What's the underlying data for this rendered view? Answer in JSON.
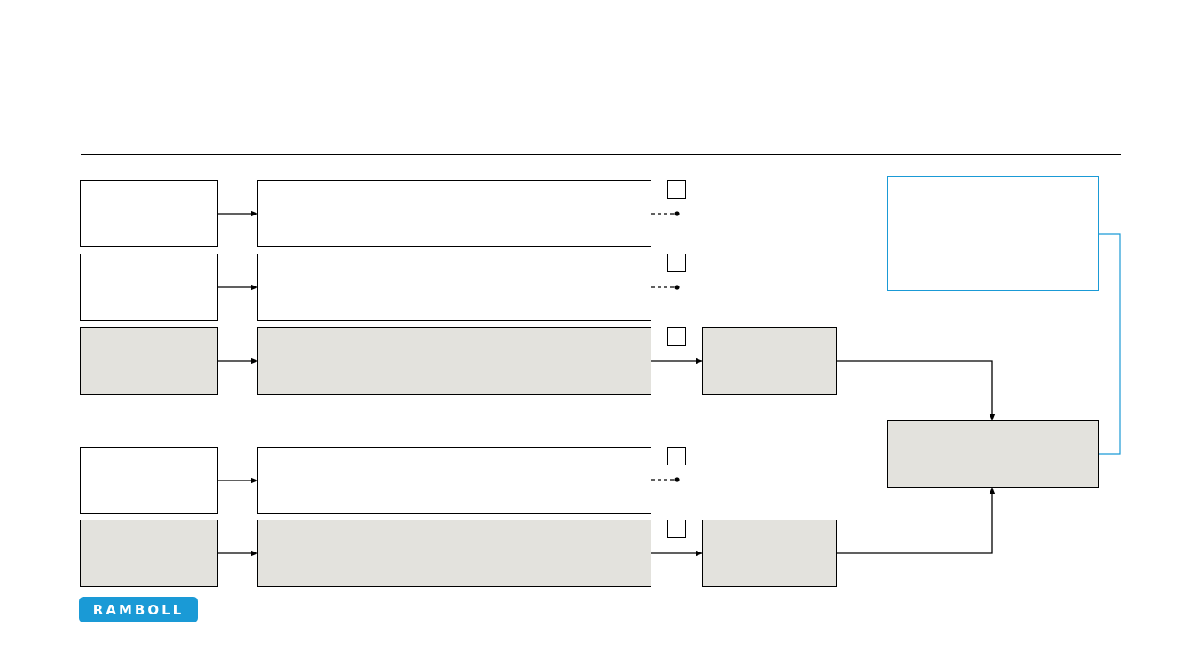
{
  "logo": {
    "text": "RAMBOLL",
    "color": "#1a9ad6"
  },
  "colors": {
    "box_fill_grey": "#e3e2dd",
    "box_border": "#000000",
    "accent_blue": "#1a9ad6"
  },
  "diagram": {
    "rows": [
      {
        "left_label": "",
        "middle_label": "",
        "marker": "",
        "filled": false,
        "outcome": "dashed-dot"
      },
      {
        "left_label": "",
        "middle_label": "",
        "marker": "",
        "filled": false,
        "outcome": "dashed-dot"
      },
      {
        "left_label": "",
        "middle_label": "",
        "marker": "",
        "filled": true,
        "outcome": "box",
        "outcome_label": ""
      },
      {
        "left_label": "",
        "middle_label": "",
        "marker": "",
        "filled": false,
        "outcome": "dashed-dot"
      },
      {
        "left_label": "",
        "middle_label": "",
        "marker": "",
        "filled": true,
        "outcome": "box",
        "outcome_label": ""
      }
    ],
    "result_box_label": "",
    "note_box_label": ""
  }
}
